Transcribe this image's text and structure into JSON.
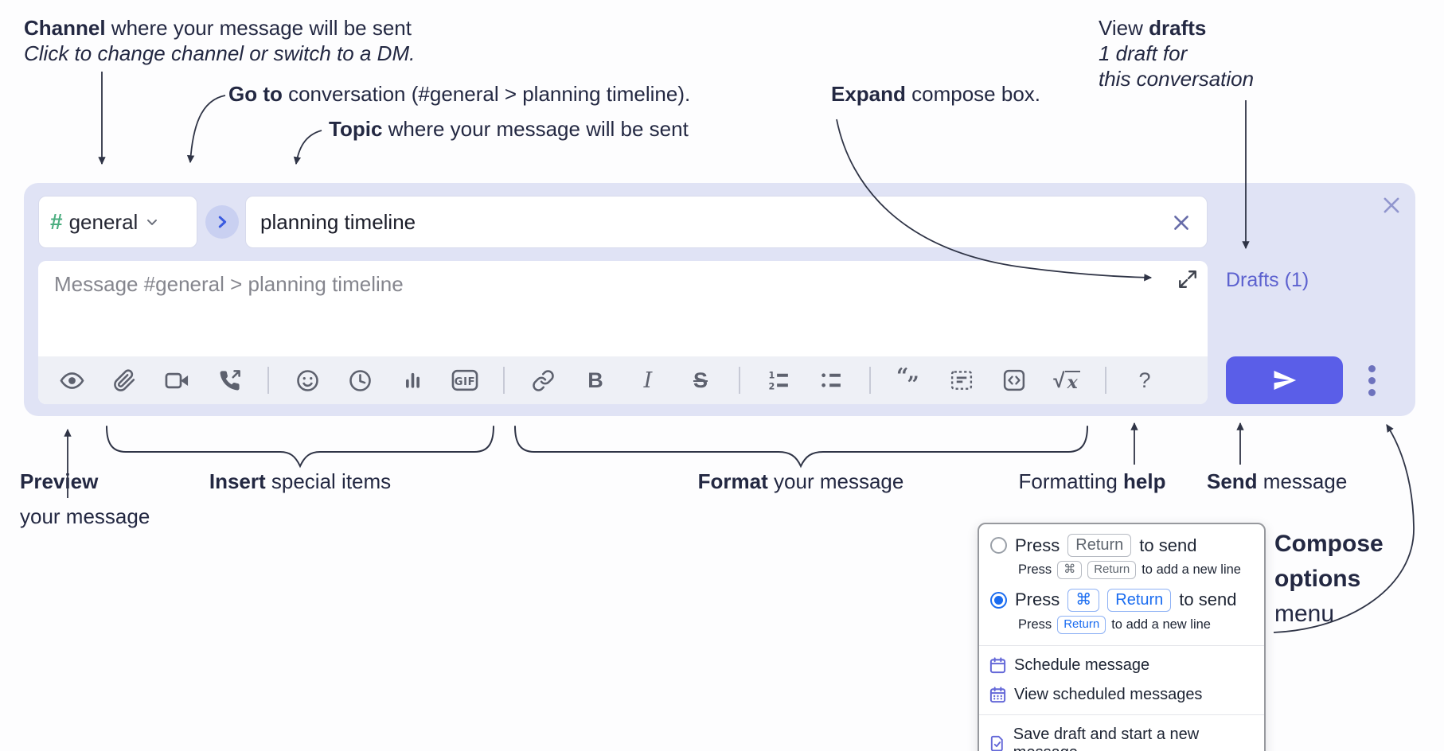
{
  "annotations": {
    "channel": {
      "bold": "Channel",
      "rest": " where your message will be sent",
      "sub": "Click to change channel or switch to a DM."
    },
    "goto": {
      "bold": "Go to",
      "rest": " conversation (#general > planning timeline)."
    },
    "topic": {
      "bold": "Topic",
      "rest": " where your message will be sent"
    },
    "expand": {
      "bold": "Expand",
      "rest": " compose box."
    },
    "view_drafts": {
      "regular": "View ",
      "bold": "drafts",
      "line2": "1 draft for",
      "line3": "this conversation"
    },
    "preview": {
      "bold": "Preview",
      "line2": "your message"
    },
    "insert": {
      "bold": "Insert",
      "rest": " special items"
    },
    "format": {
      "bold": "Format",
      "rest": " your message"
    },
    "formatting_help": {
      "regular": "Formatting ",
      "bold": "help"
    },
    "send": {
      "bold": "Send",
      "rest": " message"
    },
    "compose_options": {
      "line1": "Compose",
      "line2": "options",
      "line3": "menu"
    }
  },
  "composer": {
    "channel": {
      "hash": "#",
      "name": "general"
    },
    "topic_value": "planning timeline",
    "message_placeholder": "Message #general > planning timeline",
    "drafts_link": "Drafts (1)",
    "toolbar": {
      "icons": [
        "preview-eye",
        "attach-file",
        "video-clip",
        "audio-call",
        "emoji",
        "recent",
        "poll",
        "gif",
        "link",
        "bold",
        "italic",
        "strikethrough",
        "numbered-list",
        "bulleted-list",
        "blockquote",
        "code-block",
        "code",
        "formula",
        "formatting-help"
      ],
      "gif": "GIF",
      "bold": "B",
      "italic": "I",
      "strike": "S",
      "num1": "1",
      "num2": "2",
      "quote_open": "“",
      "quote_close": "”",
      "sqrt": "√",
      "x": "x",
      "help": "?"
    }
  },
  "popup": {
    "return_option": {
      "press": "Press",
      "key": "Return",
      "suffix": "to send",
      "sub_press": "Press",
      "sub_key1": "⌘",
      "sub_key2": "Return",
      "sub_suffix": "to add a new line"
    },
    "cmd_return_option": {
      "press": "Press",
      "key1": "⌘",
      "key2": "Return",
      "suffix": "to send",
      "sub_press": "Press",
      "sub_key": "Return",
      "sub_suffix": "to add a new line"
    },
    "menu": [
      "Schedule message",
      "View scheduled messages",
      "Save draft and start a new message"
    ]
  },
  "colors": {
    "composer_bg": "#e0e3f5",
    "panel_white": "#ffffff",
    "toolbar_bg": "#eef0f6",
    "icon_gray": "#5d616e",
    "send_button_blue": "#5a5ee8",
    "drafts_link_purple": "#5c61cf",
    "hash_green": "#4cae80",
    "goto_arrow_blue": "#3a5be0",
    "radio_selected_blue": "#1a6cf0",
    "keycap_blue": "#1a6cf0",
    "menu_icon_purple": "#6468d8",
    "annotation_ink": "#232842"
  }
}
